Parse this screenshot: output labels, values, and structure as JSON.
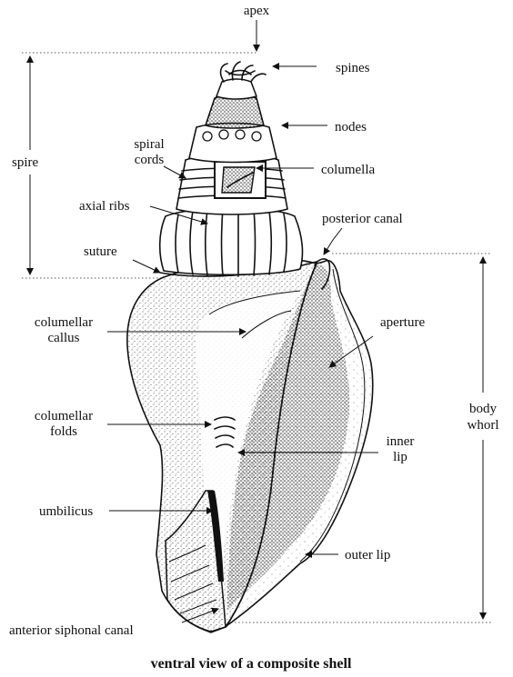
{
  "caption": "ventral view of a composite shell",
  "labels": {
    "apex": "apex",
    "spines": "spines",
    "nodes": "nodes",
    "spire": "spire",
    "spiral_cords_1": "spiral",
    "spiral_cords_2": "cords",
    "columella": "columella",
    "axial_ribs": "axial ribs",
    "posterior_canal": "posterior canal",
    "suture": "suture",
    "columellar_callus_1": "columellar",
    "columellar_callus_2": "callus",
    "aperture": "aperture",
    "body_whorl_1": "body",
    "body_whorl_2": "whorl",
    "columellar_folds_1": "columellar",
    "columellar_folds_2": "folds",
    "inner_lip_1": "inner",
    "inner_lip_2": "lip",
    "umbilicus": "umbilicus",
    "outer_lip": "outer lip",
    "anterior_siphonal_canal": "anterior siphonal canal"
  },
  "colors": {
    "ink": "#111111",
    "stipple": "#333333",
    "background": "#ffffff"
  }
}
